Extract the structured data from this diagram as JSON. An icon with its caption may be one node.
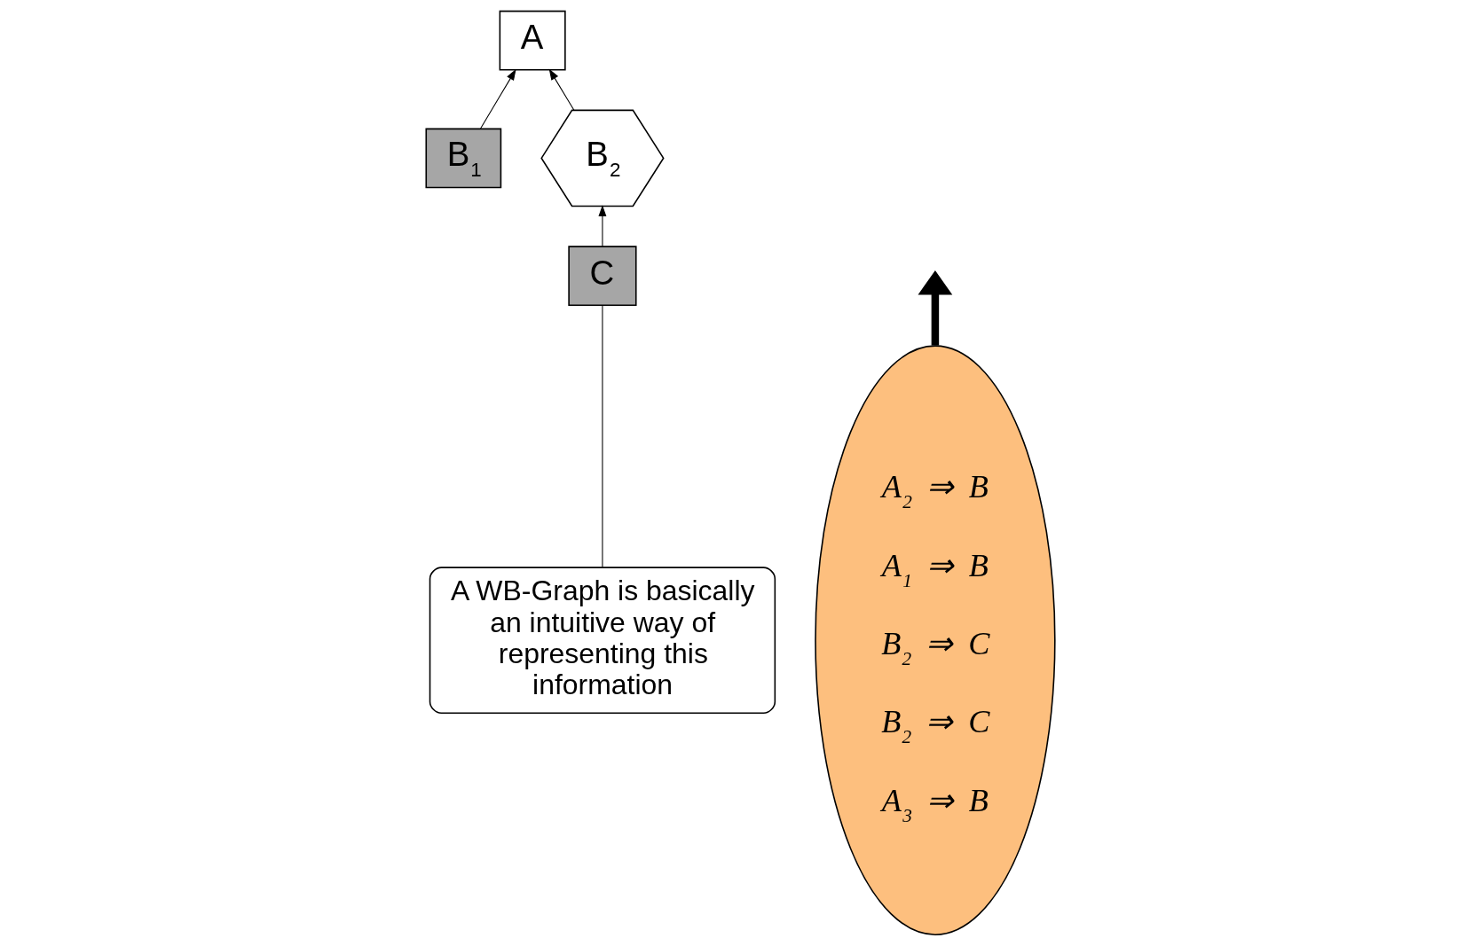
{
  "diagram": {
    "nodes": [
      {
        "text": [
          "A"
        ]
      },
      {
        "text": [
          "B$_{1}$"
        ]
      },
      {
        "text": [
          "B$_{2}$"
        ]
      },
      {
        "text": [
          "C"
        ]
      },
      {
        "text": [
          "A$_{2}$ ⇒ B",
          "A$_{1}$ ⇒ B",
          "B$_{2}$ ⇒ C",
          "B$_{2}$ ⇒ C",
          "A$_{3}$ ⇒ B"
        ]
      },
      {
        "text": [
          "A WB-Graph is basically an intuitive way of representing this information"
        ]
      }
    ],
    "edges": [
      {
        "from": 1,
        "to": 0,
        "arrow": "to"
      },
      {
        "from": 2,
        "to": 0,
        "arrow": "to"
      },
      {
        "from": 3,
        "to": 2,
        "arrow": "to"
      },
      {
        "from": 4,
        "to": null,
        "arrow": "to",
        "style": "thick",
        "color": "#000000"
      },
      {
        "from": 5,
        "to": 3,
        "arrow": "none"
      }
    ]
  }
}
